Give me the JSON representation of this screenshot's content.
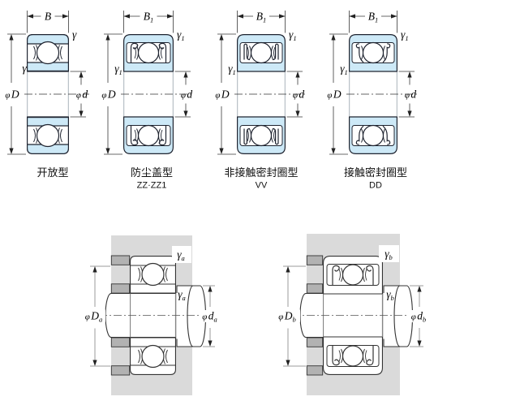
{
  "colors": {
    "bearing_fill": "#cde9f7",
    "outline": "#1f2430",
    "housing_gray": "#dadada",
    "shoulder_gray": "#b2b2b2"
  },
  "figures": {
    "top": [
      {
        "caption": "开放型",
        "caption2": "",
        "phi": "φ",
        "width_main": "B",
        "width_sub": "",
        "outer_main": "D",
        "outer_sub": "",
        "inner_main": "d",
        "inner_sub": "",
        "chamfer_main": "γ",
        "chamfer_sub": ""
      },
      {
        "caption": "防尘盖型",
        "caption2": "ZZ·ZZ1",
        "phi": "φ",
        "width_main": "B",
        "width_sub": "1",
        "outer_main": "D",
        "outer_sub": "",
        "inner_main": "d",
        "inner_sub": "",
        "chamfer_main": "γ",
        "chamfer_sub": "1"
      },
      {
        "caption": "非接触密封圈型",
        "caption2": "VV",
        "phi": "φ",
        "width_main": "B",
        "width_sub": "1",
        "outer_main": "D",
        "outer_sub": "",
        "inner_main": "d",
        "inner_sub": "",
        "chamfer_main": "γ",
        "chamfer_sub": "1"
      },
      {
        "caption": "接触密封圈型",
        "caption2": "DD",
        "phi": "φ",
        "width_main": "B",
        "width_sub": "1",
        "outer_main": "D",
        "outer_sub": "",
        "inner_main": "d",
        "inner_sub": "",
        "chamfer_main": "γ",
        "chamfer_sub": "1"
      }
    ],
    "bottom": [
      {
        "phi": "φ",
        "outer_main": "D",
        "outer_sub": "a",
        "inner_main": "d",
        "inner_sub": "a",
        "chamfer_main": "γ",
        "chamfer_sub": "a"
      },
      {
        "phi": "φ",
        "outer_main": "D",
        "outer_sub": "b",
        "inner_main": "d",
        "inner_sub": "b",
        "chamfer_main": "γ",
        "chamfer_sub": "b"
      }
    ]
  }
}
